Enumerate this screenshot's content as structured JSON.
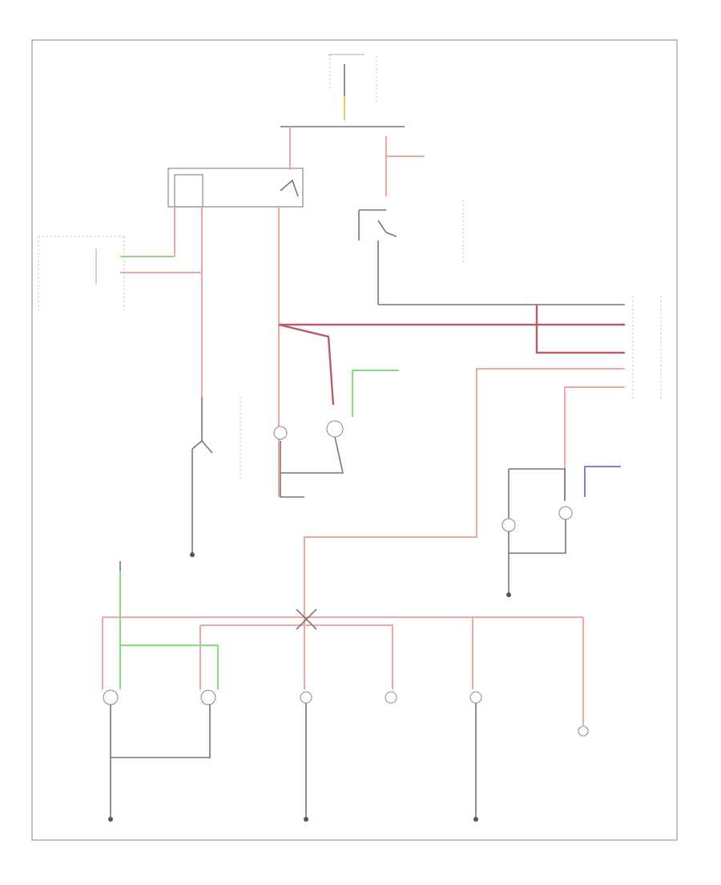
{
  "diagram": {
    "footer_label": "",
    "colors": {
      "frame": "#9a9a9a",
      "wire_red": "#f4a6a6",
      "wire_dark_red": "#b85c6a",
      "wire_green": "#7fe07f",
      "wire_blue": "#7f7fe0",
      "wire_gray": "#777777"
    },
    "components": [
      "top-fuse",
      "relay-box",
      "left-connector-block",
      "switch-upper",
      "switch-left",
      "right-connector-block",
      "center-lamp-left",
      "center-lamp-right",
      "right-lamp-a",
      "right-lamp-b",
      "bottom-lamp-1",
      "bottom-lamp-2",
      "bottom-lamp-3",
      "bottom-lamp-4",
      "bottom-lamp-5",
      "bottom-lamp-6",
      "bottom-connector"
    ]
  }
}
